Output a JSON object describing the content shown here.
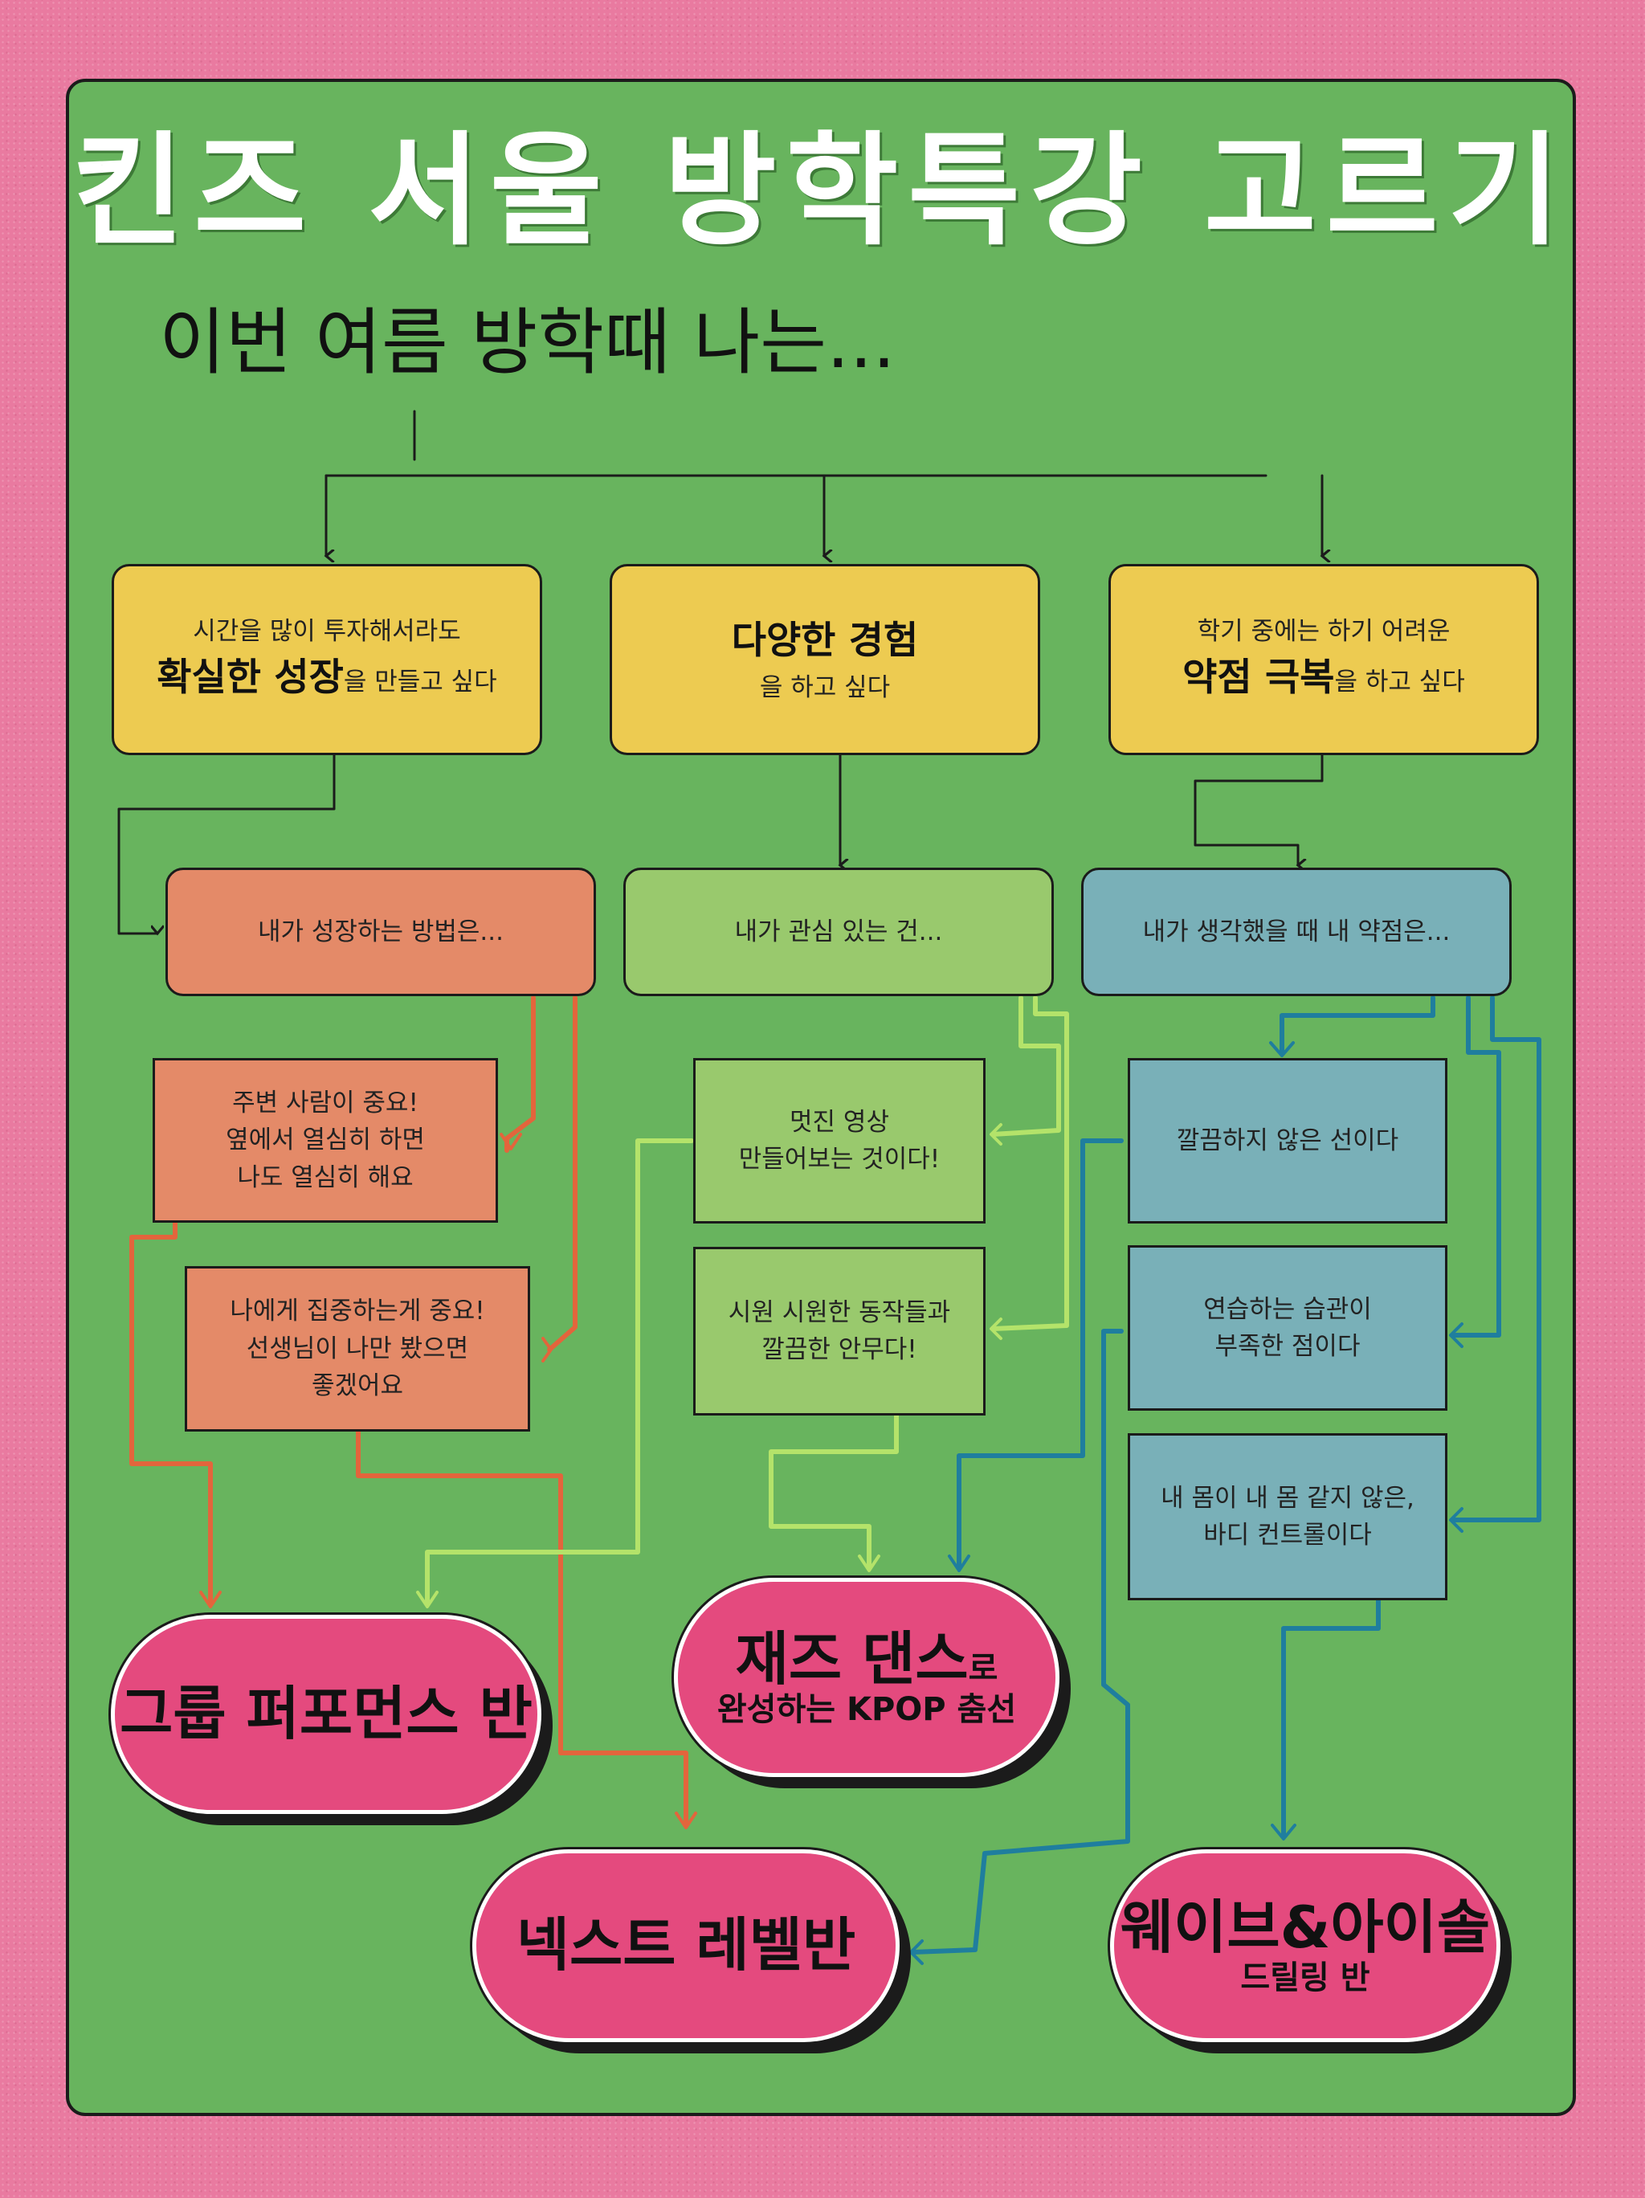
{
  "title": "킨즈 서울 방학특강 고르기",
  "subtitle": "이번 여름 방학때 나는...",
  "goals": [
    {
      "line1": "시간을 많이  투자해서라도",
      "strong": "확실한 성장",
      "rest": "을 만들고 싶다"
    },
    {
      "line1": "",
      "strong": "다양한 경험",
      "rest": "을 하고 싶다"
    },
    {
      "line1": "학기 중에는 하기 어려운",
      "strong": "약점 극복",
      "rest": "을 하고 싶다"
    }
  ],
  "questions": [
    "내가 성장하는 방법은...",
    "내가 관심 있는 건...",
    "내가 생각했을 때 내 약점은..."
  ],
  "growth_options": [
    [
      "주변 사람이 중요!",
      "옆에서 열심히 하면",
      "나도 열심히 해요"
    ],
    [
      "나에게 집중하는게 중요!",
      "선생님이 나만 봤으면",
      "좋겠어요"
    ]
  ],
  "interest_options": [
    [
      "멋진 영상",
      "만들어보는 것이다!"
    ],
    [
      "시원 시원한 동작들과",
      "깔끔한 안무다!"
    ]
  ],
  "weakness_options": [
    [
      "깔끔하지 않은 선이다"
    ],
    [
      "연습하는 습관이",
      "부족한 점이다"
    ],
    [
      "내 몸이 내 몸 같지 않은,",
      "바디 컨트롤이다"
    ]
  ],
  "classes": {
    "group": "그룹 퍼포먼스 반",
    "jazz_main": "재즈 댄스",
    "jazz_suffix": "로",
    "jazz_sub": "완성하는 KPOP 춤선",
    "next": "넥스트 레벨반",
    "wave_main": "웨이브&아이솔",
    "wave_sub": "드릴링 반"
  },
  "colors": {
    "background": "#e97aa0",
    "panel": "#68b45e",
    "goal_box": "#edcb51",
    "growth": "#e48a68",
    "interest": "#99c96d",
    "weakness": "#79b0b8",
    "class_pill": "#e44a7e",
    "arrow_black": "#1b1b1b",
    "arrow_orange": "#e3653c",
    "arrow_green": "#b4e36a",
    "arrow_blue": "#1f7e9e"
  }
}
